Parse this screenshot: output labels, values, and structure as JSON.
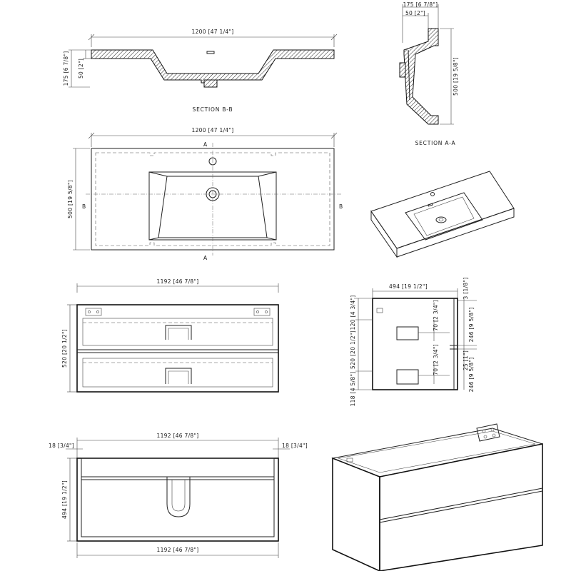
{
  "section_bb": {
    "width_label": "1200 [47 1/4\"]",
    "height_outer_label": "175 [6 7/8\"]",
    "height_inner_label": "50 [2\"]",
    "caption": "SECTION B-B"
  },
  "section_aa": {
    "top_outer_label": "175 [6 7/8\"]",
    "top_inner_label": "50 [2\"]",
    "depth_label": "500 [19 5/8\"]",
    "caption": "SECTION A-A"
  },
  "top_view": {
    "width_label": "1200 [47 1/4\"]",
    "depth_label": "500 [19 5/8\"]",
    "marker_a": "A",
    "marker_b": "B"
  },
  "front_view": {
    "width_label": "1192 [46 7/8\"]",
    "height_label": "520 [20 1/2\"]"
  },
  "side_view": {
    "depth_label": "494 [19 1/2\"]",
    "height_label": "520 [20 1/2\"]",
    "top_gap_label": "3 [1/8\"]",
    "upper_offset_label": "120 [4 3/4\"]",
    "upper_handle_label": "70 [2 3/4\"]",
    "lower_handle_label": "70 [2 3/4\"]",
    "upper_drawer_label": "246 [9 5/8\"]",
    "divider_label": "25 [1\"]",
    "lower_drawer_label": "246 [9 5/8\"]",
    "bottom_label": "118 [4 5/8\"]"
  },
  "plan_view": {
    "width_top_label": "1192 [46 7/8\"]",
    "width_bottom_label": "1192 [46 7/8\"]",
    "left_panel_label": "18 [3/4\"]",
    "right_panel_label": "18 [3/4\"]",
    "depth_label": "494 [19 1/2\"]"
  }
}
